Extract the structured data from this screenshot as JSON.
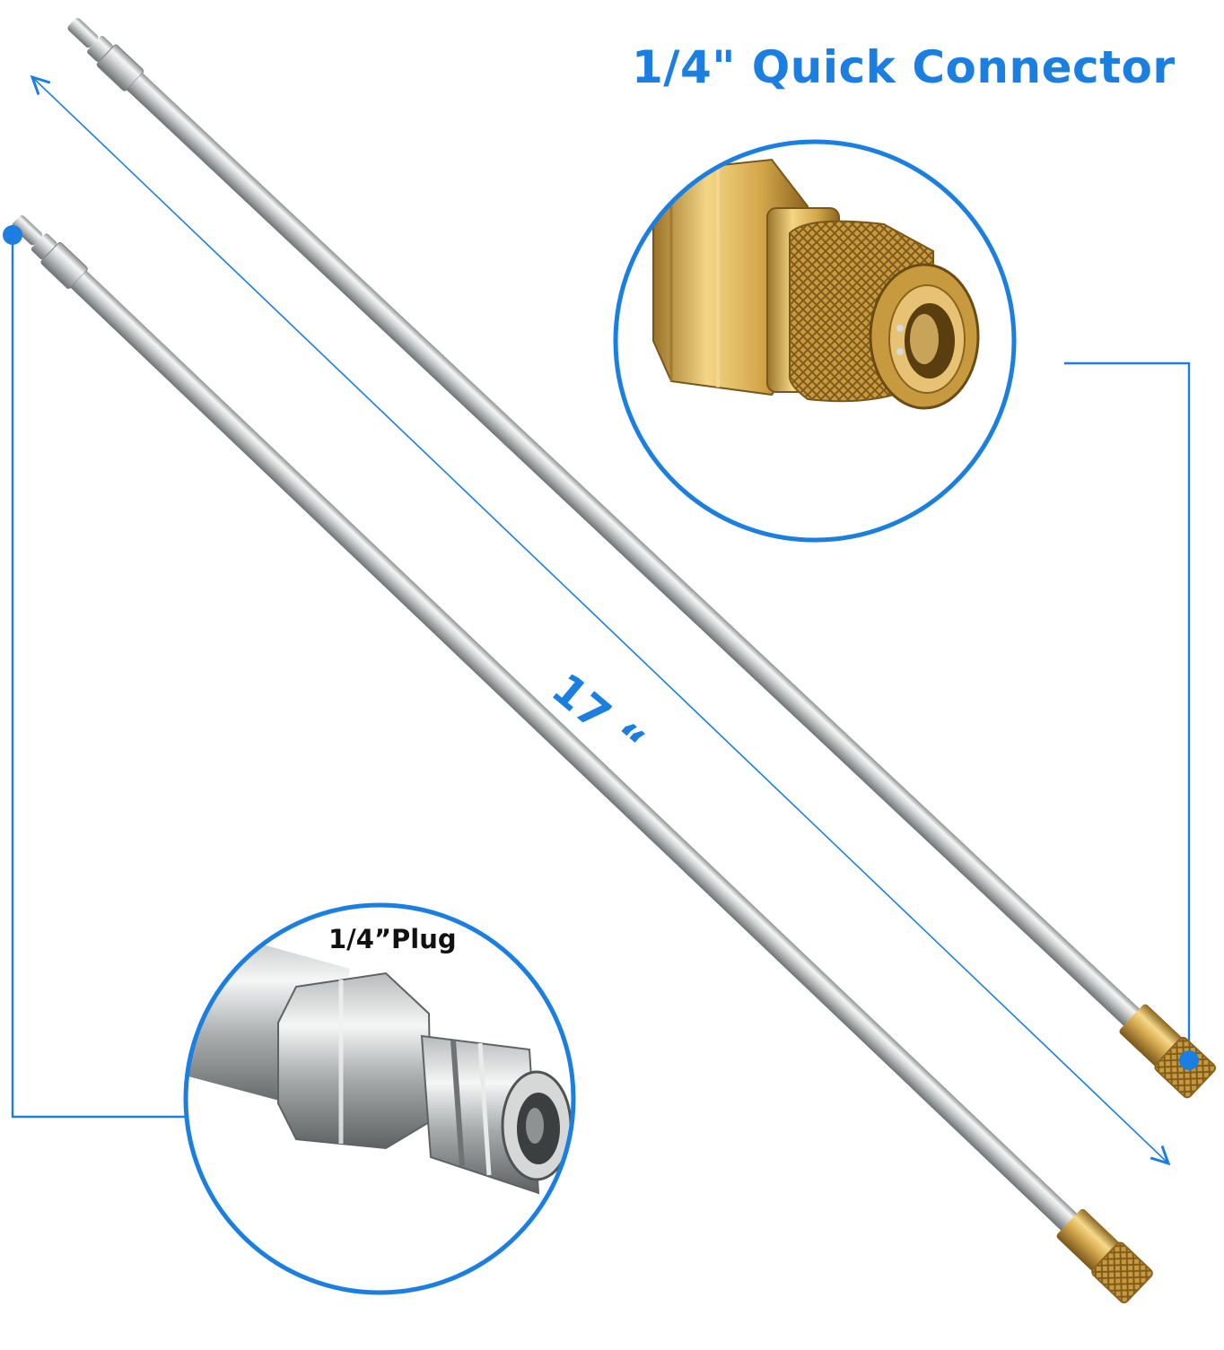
{
  "labels": {
    "connector_title": "1/4\" Quick Connector",
    "plug_caption": "1/4”Plug",
    "length": "17 “"
  },
  "colors": {
    "accent": "#1a7fe0",
    "steel": "#c9cbcc",
    "brass": "#d3a64a",
    "text_dark": "#111111"
  }
}
